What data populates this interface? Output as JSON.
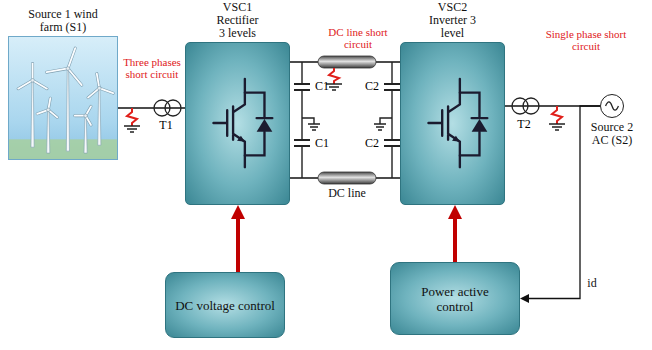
{
  "diagram": {
    "nodes": [
      {
        "text": [
          "Source 1 wind farm (S1)"
        ]
      },
      {
        "text": [
          "VSC1 Rectifier 3 levels"
        ]
      },
      {
        "text": [
          "VSC2 Inverter 3 level"
        ]
      },
      {
        "text": [
          "Source 2 AC (S2)"
        ]
      },
      {
        "text": [
          "DC voltage control"
        ]
      },
      {
        "text": [
          "Power active control"
        ]
      }
    ],
    "edges": [
      {
        "from": 0,
        "to": 1,
        "arrow": "none"
      },
      {
        "from": 1,
        "to": 2,
        "arrow": "none"
      },
      {
        "from": 1,
        "to": 2,
        "arrow": "none",
        "label": "DC line"
      },
      {
        "from": 2,
        "to": 3,
        "arrow": "none"
      },
      {
        "from": 4,
        "to": 1,
        "arrow": "to"
      },
      {
        "from": 5,
        "to": 2,
        "arrow": "to"
      },
      {
        "from": 3,
        "to": 5,
        "arrow": "to",
        "label": "id"
      }
    ],
    "labels": [
      "Three phases short circuit",
      "T1",
      "DC line short circuit",
      "C1",
      "C1",
      "C2",
      "C2",
      "T2",
      "Single phase short circuit"
    ]
  }
}
